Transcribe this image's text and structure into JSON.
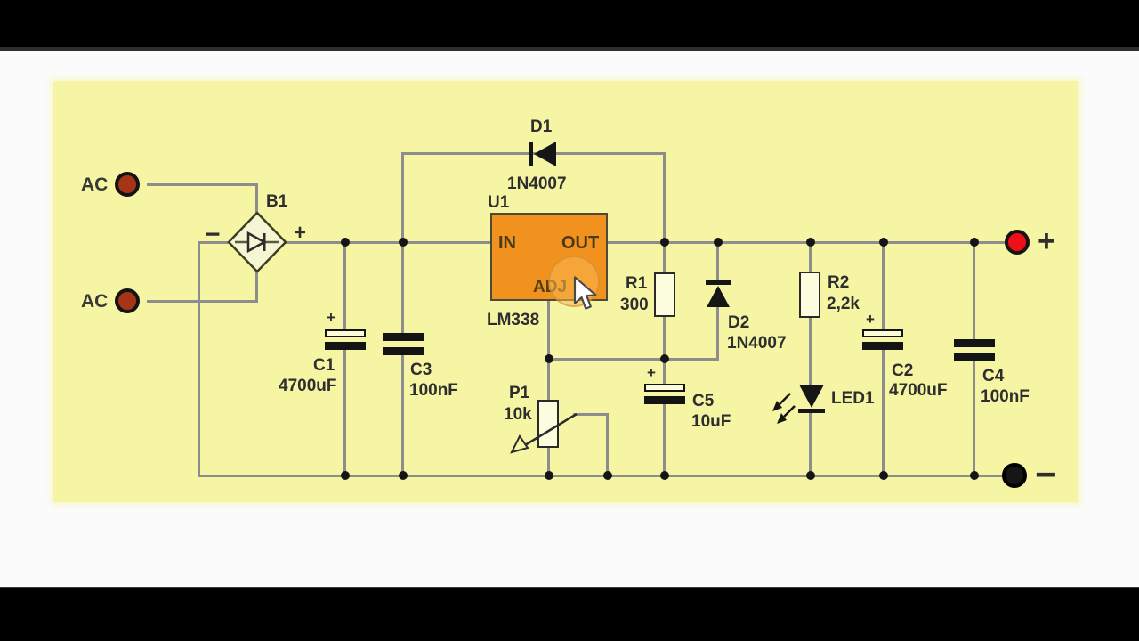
{
  "schematic": {
    "description": "LM338 adjustable power supply circuit",
    "ac_inputs": {
      "top_label": "AC",
      "bottom_label": "AC"
    },
    "bridge": {
      "ref": "B1",
      "neg": "−",
      "pos": "+"
    },
    "d1": {
      "ref": "D1",
      "value": "1N4007"
    },
    "u1": {
      "ref": "U1",
      "part": "LM338",
      "pin_in": "IN",
      "pin_out": "OUT",
      "pin_adj": "ADJ"
    },
    "c1": {
      "ref": "C1",
      "value": "4700uF",
      "plus": "+"
    },
    "c3": {
      "ref": "C3",
      "value": "100nF"
    },
    "p1": {
      "ref": "P1",
      "value": "10k"
    },
    "r1": {
      "ref": "R1",
      "value": "300"
    },
    "c5": {
      "ref": "C5",
      "value": "10uF",
      "plus": "+"
    },
    "d2": {
      "ref": "D2",
      "value": "1N4007"
    },
    "r2": {
      "ref": "R2",
      "value": "2,2k"
    },
    "led1": {
      "ref": "LED1"
    },
    "c2": {
      "ref": "C2",
      "value": "4700uF",
      "plus": "+"
    },
    "c4": {
      "ref": "C4",
      "value": "100nF"
    },
    "output": {
      "pos": "+",
      "neg": "−"
    },
    "colors": {
      "canvas_bg": "#f5f5a4",
      "wire": "#8d8d8d",
      "regulator_body": "#f2921e",
      "ac_terminal": "#a63517",
      "output_pos_terminal": "#ee1016",
      "output_neg_terminal": "#161616",
      "letterbox": "#000000"
    }
  }
}
